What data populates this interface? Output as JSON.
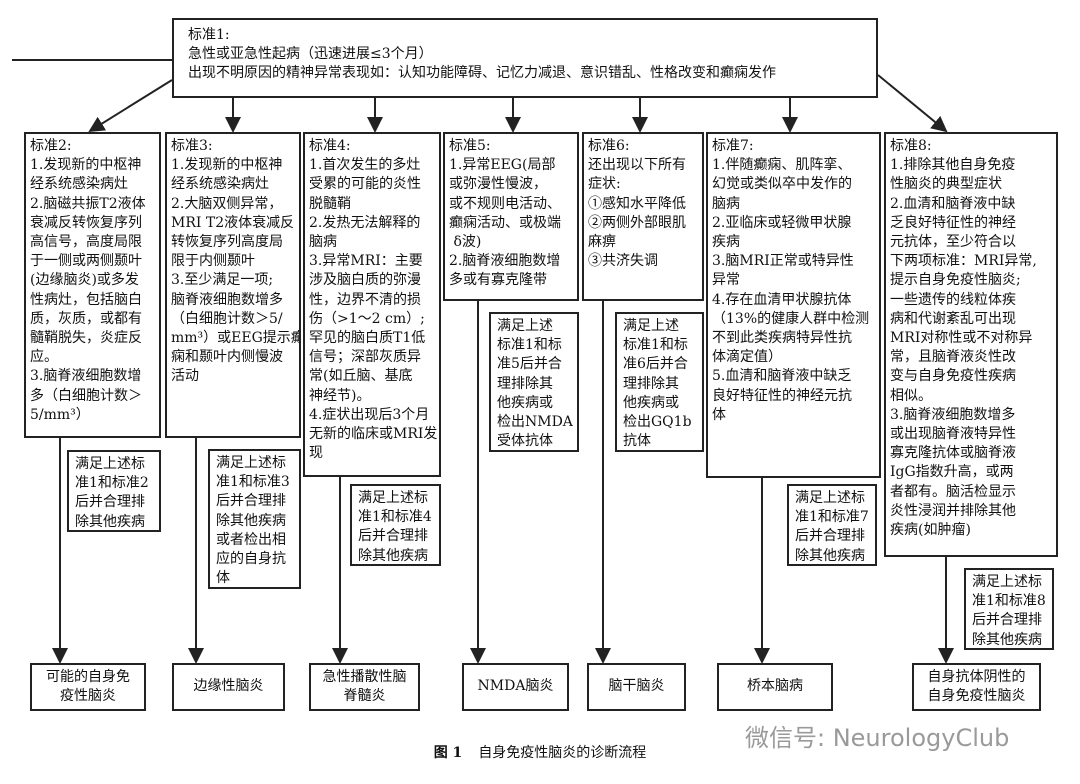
{
  "top": {
    "text": "标准1:\n急性或亚急性起病（迅速进展≤3个月）\n出现不明原因的精神异常表现如：认知功能障碍、记忆力减退、意识错乱、性格改变和癫痫发作"
  },
  "criteria": [
    {
      "id": "c2",
      "text": "标准2:\n1.发现新的中枢神\n经系统感染病灶\n2.脑磁共振T2液体\n衰减反转恢复序列\n高信号，高度局限\n于一侧或两侧颞叶\n(边缘脑炎)或多发\n性病灶，包括脑白\n质，灰质，或都有\n髓鞘脱失，炎症反\n应。\n3.脑脊液细胞数增\n多（白细胞计数＞\n5/mm³）"
    },
    {
      "id": "c3",
      "text": "标准3:\n1.发现新的中枢神\n经系统感染病灶\n2.大脑双侧异常，\nMRI T2液体衰减反\n转恢复序列高度局\n限于内侧颞叶\n3.至少满足一项;\n脑脊液细胞数增多\n（白细胞计数＞5/\nmm³）或EEG提示癫\n痫和颞叶内侧慢波\n活动"
    },
    {
      "id": "c4",
      "text": "标准4:\n1.首次发生的多灶\n受累的可能的炎性\n脱髓鞘\n2.发热无法解释的\n脑病\n3.异常MRI：主要\n涉及脑白质的弥漫\n性，边界不清的损\n伤（>1～2 cm）;\n罕见的脑白质T1低\n信号；深部灰质异\n常(如丘脑、基底\n神经节)。\n4.症状出现后3个月\n无新的临床或MRI发\n现"
    },
    {
      "id": "c5",
      "text": "标准5:\n1.异常EEG(局部\n或弥漫性慢波，\n或不规则电活动、\n癫痫活动、或极端\n δ波)\n2.脑脊液细胞数增\n多或有寡克隆带"
    },
    {
      "id": "c6",
      "text": "标准6:\n还出现以下所有\n症状:\n①感知水平降低\n②两侧外部眼肌\n麻痹\n③共济失调"
    },
    {
      "id": "c7",
      "text": "标准7:\n1.伴随癫痫、肌阵挛、\n幻觉或类似卒中发作的\n脑病\n2.亚临床或轻微甲状腺\n疾病\n3.脑MRI正常或特异性\n异常\n4.存在血清甲状腺抗体\n（13%的健康人群中检测\n不到此类疾病特异性抗\n体滴定值）\n5.血清和脑脊液中缺乏\n良好特征性的神经元抗\n体"
    },
    {
      "id": "c8",
      "text": "标准8:\n1.排除其他自身免疫\n性脑炎的典型症状\n2.血清和脑脊液中缺\n乏良好特征性的神经\n元抗体，至少符合以\n下两项标准：MRI异常,\n提示自身免疫性脑炎;\n一些遗传的线粒体疾\n病和代谢紊乱可出现\nMRI对称性或不对称异\n常，且脑脊液炎性改\n变与自身免疫性疾病\n相似。\n3.脑脊液细胞数增多\n或出现脑脊液特异性\n寡克隆抗体或脑脊液\nIgG指数升高，或两\n者都有。脑活检显示\n炎性浸润并排除其他\n疾病(如肿瘤)"
    }
  ],
  "conditions": [
    {
      "id": "s2",
      "text": "满足上述标\n准1和标准2\n后并合理排\n除其他疾病"
    },
    {
      "id": "s3",
      "text": "满足上述标\n准1和标准3\n后并合理排\n除其他疾病\n或者检出相\n应的自身抗\n体"
    },
    {
      "id": "s4",
      "text": "满足上述标\n准1和标准4\n后并合理排\n除其他疾病"
    },
    {
      "id": "s5",
      "text": "满足上述\n标准1和标\n准5后并合\n理排除其\n他疾病或\n检出NMDA\n受体抗体"
    },
    {
      "id": "s6",
      "text": "满足上述\n标准1和标\n准6后并合\n理排除其\n他疾病或\n检出GQ1b\n抗体"
    },
    {
      "id": "s7",
      "text": "满足上述标\n准1和标准7\n后并合理排\n除其他疾病"
    },
    {
      "id": "s8",
      "text": "满足上述标\n准1和标准8\n后并合理排\n除其他疾病"
    }
  ],
  "diagnoses": [
    {
      "id": "f2",
      "text": "可能的自身免\n疫性脑炎"
    },
    {
      "id": "f3",
      "text": "边缘性脑炎"
    },
    {
      "id": "f4",
      "text": "急性播散性脑\n脊髓炎"
    },
    {
      "id": "f5",
      "text": "NMDA脑炎"
    },
    {
      "id": "f6",
      "text": "脑干脑炎"
    },
    {
      "id": "f7",
      "text": "桥本脑病"
    },
    {
      "id": "f8",
      "text": "自身抗体阴性的\n自身免疫性脑炎"
    }
  ],
  "caption": {
    "label": "图 1",
    "title": "自身免疫性脑炎的诊断流程"
  },
  "watermark": "微信号: NeurologyClub"
}
